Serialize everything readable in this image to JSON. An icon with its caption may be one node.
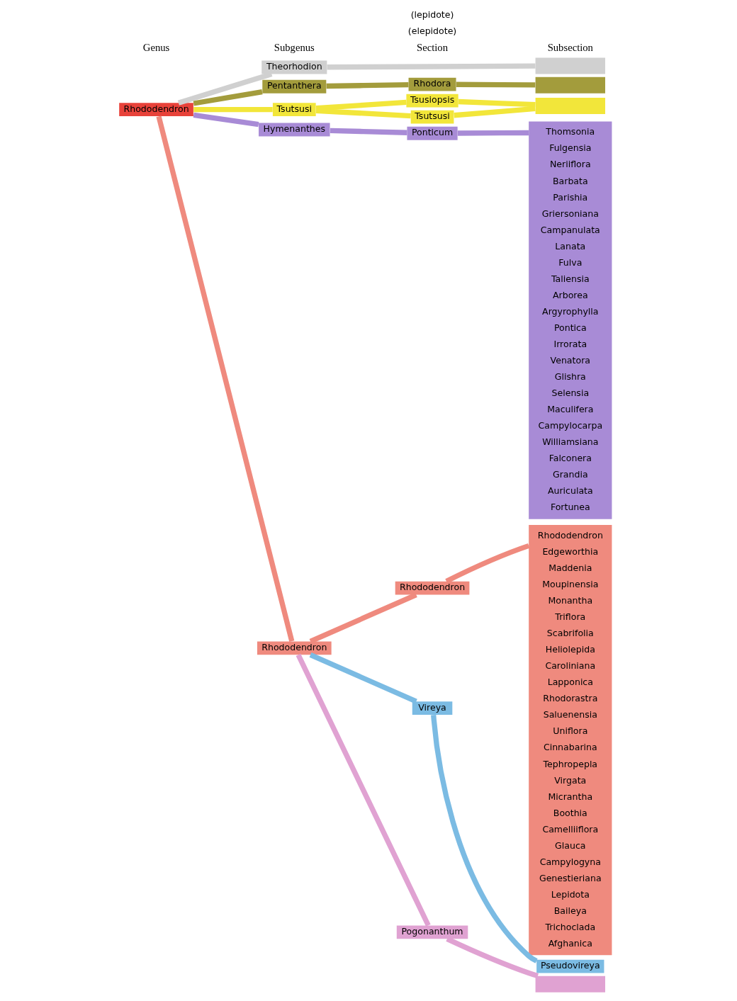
{
  "diagram": {
    "nodes": [
      {
        "text": [
          "Rhododendron"
        ]
      },
      {
        "text": [
          "Theorhodion"
        ]
      },
      {
        "text": [
          "Pentanthera"
        ]
      },
      {
        "text": [
          "Tsutsusi"
        ]
      },
      {
        "text": [
          "Hymenanthes"
        ]
      },
      {
        "text": [
          "Rhododendron"
        ]
      },
      {
        "text": [
          "Rhodora"
        ]
      },
      {
        "text": [
          "Tsusiopsis"
        ]
      },
      {
        "text": [
          "Tsutsusi"
        ]
      },
      {
        "text": [
          "Ponticum"
        ]
      },
      {
        "text": [
          "Rhododendron"
        ]
      },
      {
        "text": [
          "Vireya"
        ]
      },
      {
        "text": [
          "Pogonanthum"
        ]
      },
      {
        "text": [],
        "shape": "box"
      },
      {
        "text": [],
        "shape": "box"
      },
      {
        "text": [],
        "shape": "box"
      },
      {
        "text": [],
        "shape": "box"
      },
      {
        "text": [
          "Thomsonia"
        ],
        "in": 16
      },
      {
        "text": [
          "Fulgensia"
        ],
        "in": 16
      },
      {
        "text": [
          "Neriiflora"
        ],
        "in": 16
      },
      {
        "text": [
          "Barbata"
        ],
        "in": 16
      },
      {
        "text": [
          "Parishia"
        ],
        "in": 16
      },
      {
        "text": [
          "Griersoniana"
        ],
        "in": 16
      },
      {
        "text": [
          "Campanulata"
        ],
        "in": 16
      },
      {
        "text": [
          "Lanata"
        ],
        "in": 16
      },
      {
        "text": [
          "Fulva"
        ],
        "in": 16
      },
      {
        "text": [
          "Taliensia"
        ],
        "in": 16
      },
      {
        "text": [
          "Arborea"
        ],
        "in": 16
      },
      {
        "text": [
          "Argyrophylla"
        ],
        "in": 16
      },
      {
        "text": [
          "Pontica"
        ],
        "in": 16
      },
      {
        "text": [
          "Irrorata"
        ],
        "in": 16
      },
      {
        "text": [
          "Venatora"
        ],
        "in": 16
      },
      {
        "text": [
          "Glishra"
        ],
        "in": 16
      },
      {
        "text": [
          "Selensia"
        ],
        "in": 16
      },
      {
        "text": [
          "Maculifera"
        ],
        "in": 16
      },
      {
        "text": [
          "Campylocarpa"
        ],
        "in": 16
      },
      {
        "text": [
          "Williamsiana"
        ],
        "in": 16
      },
      {
        "text": [
          "Falconera"
        ],
        "in": 16
      },
      {
        "text": [
          "Grandia"
        ],
        "in": 16
      },
      {
        "text": [
          "Auriculata"
        ],
        "in": 16
      },
      {
        "text": [
          "Fortunea"
        ],
        "in": 16
      },
      {
        "text": [],
        "shape": "box"
      },
      {
        "text": [
          "Rhododendron"
        ],
        "in": 41
      },
      {
        "text": [
          "Edgeworthia"
        ],
        "in": 41
      },
      {
        "text": [
          "Maddenia"
        ],
        "in": 41
      },
      {
        "text": [
          "Moupinensia"
        ],
        "in": 41
      },
      {
        "text": [
          "Monantha"
        ],
        "in": 41
      },
      {
        "text": [
          "Triflora"
        ],
        "in": 41
      },
      {
        "text": [
          "Scabrifolia"
        ],
        "in": 41
      },
      {
        "text": [
          "Heliolepida"
        ],
        "in": 41
      },
      {
        "text": [
          "Caroliniana"
        ],
        "in": 41
      },
      {
        "text": [
          "Lapponica"
        ],
        "in": 41
      },
      {
        "text": [
          "Rhodorastra"
        ],
        "in": 41
      },
      {
        "text": [
          "Saluenensia"
        ],
        "in": 41
      },
      {
        "text": [
          "Uniflora"
        ],
        "in": 41
      },
      {
        "text": [
          "Cinnabarina"
        ],
        "in": 41
      },
      {
        "text": [
          "Tephropepla"
        ],
        "in": 41
      },
      {
        "text": [
          "Virgata"
        ],
        "in": 41
      },
      {
        "text": [
          "Micrantha"
        ],
        "in": 41
      },
      {
        "text": [
          "Boothia"
        ],
        "in": 41
      },
      {
        "text": [
          "Camelliiflora"
        ],
        "in": 41
      },
      {
        "text": [
          "Glauca"
        ],
        "in": 41
      },
      {
        "text": [
          "Campylogyna"
        ],
        "in": 41
      },
      {
        "text": [
          "Genestieriana"
        ],
        "in": 41
      },
      {
        "text": [
          "Lepidota"
        ],
        "in": 41
      },
      {
        "text": [
          "Baileya"
        ],
        "in": 41
      },
      {
        "text": [
          "Trichoclada"
        ],
        "in": 41
      },
      {
        "text": [
          "Afghanica"
        ],
        "in": 41
      },
      {
        "text": [
          "Pseudovireya"
        ]
      },
      {
        "text": [],
        "shape": "box"
      }
    ],
    "edges": [
      {
        "from": 0,
        "to": 1,
        "arrow": "none",
        "color": "#d0d0d0"
      },
      {
        "from": 0,
        "to": 2,
        "arrow": "none",
        "color": "#a39c3c"
      },
      {
        "from": 0,
        "to": 3,
        "arrow": "none",
        "color": "#f2e63a"
      },
      {
        "from": 0,
        "to": 4,
        "arrow": "none",
        "color": "#a88bd6"
      },
      {
        "from": 0,
        "to": 5,
        "arrow": "none",
        "color": "#ef8a7e"
      },
      {
        "from": 1,
        "to": 13,
        "arrow": "none",
        "color": "#d0d0d0"
      },
      {
        "from": 2,
        "to": 6,
        "arrow": "none",
        "color": "#a39c3c"
      },
      {
        "from": 3,
        "to": 7,
        "arrow": "none",
        "color": "#f2e63a"
      },
      {
        "from": 3,
        "to": 8,
        "arrow": "none",
        "color": "#f2e63a"
      },
      {
        "from": 4,
        "to": 9,
        "arrow": "none",
        "color": "#a88bd6"
      },
      {
        "from": 5,
        "to": 10,
        "arrow": "none",
        "color": "#ef8a7e"
      },
      {
        "from": 5,
        "to": 11,
        "arrow": "none",
        "color": "#7bbbe3"
      },
      {
        "from": 5,
        "to": 12,
        "arrow": "none",
        "color": "#e0a2d2"
      },
      {
        "from": 6,
        "to": 14,
        "arrow": "none",
        "color": "#a39c3c"
      },
      {
        "from": 7,
        "to": 15,
        "arrow": "none",
        "color": "#f2e63a"
      },
      {
        "from": 8,
        "to": 15,
        "arrow": "none",
        "color": "#f2e63a"
      },
      {
        "from": 9,
        "to": 16,
        "arrow": "none",
        "color": "#a88bd6"
      },
      {
        "from": 10,
        "to": 41,
        "arrow": "none",
        "color": "#ef8a7e"
      },
      {
        "from": 11,
        "to": 68,
        "arrow": "none",
        "color": "#7bbbe3"
      },
      {
        "from": 12,
        "to": 69,
        "arrow": "none",
        "color": "#e0a2d2"
      }
    ],
    "labels": [
      "Genus",
      "Subgenus",
      "Section",
      "Subsection",
      "(elepidote)",
      "(lepidote)"
    ]
  }
}
